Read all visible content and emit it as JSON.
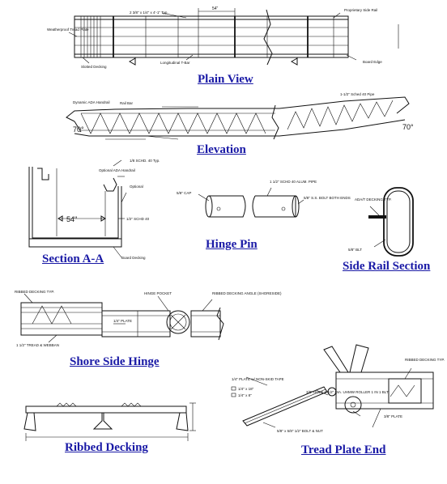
{
  "titles": {
    "plain_view": "Plain View",
    "elevation": "Elevation",
    "section_aa": "Section A-A",
    "hinge_pin": "Hinge Pin",
    "side_rail_section": "Side Rail Section",
    "shore_side_hinge": "Shore Side Hinge",
    "ribbed_decking": "Ribbed Decking",
    "tread_plate_end": "Tread Plate End"
  },
  "dimensions": {
    "plain_width": "54\"",
    "elevation_left_angle": "70°",
    "elevation_right_angle": "70°",
    "section_width": "54\""
  },
  "callouts": {
    "plain_top": "2 3/8\" x 1/4\" x 4'-1\" Typ.",
    "plain_top_right": "Proprietary Side Rail",
    "plain_left": "Weatherproof Tread Plate",
    "plain_bottom_left": "Slotted Decking",
    "plain_bottom_center": "Longitudinal T-Bar",
    "plain_bottom_right": "Board Edge",
    "elev_left": "Dynamic ADA Handrail",
    "elev_rail": "Rail Bar",
    "elev_right": "1-1/2\" Sched 40 Pipe",
    "sec_top": "1/8 SCHD. 40 Typ.",
    "sec_handrail": "Optional ADA Handrail",
    "sec_right": "Optional",
    "sec_pipe": "1/2\" SCHD 40",
    "sec_deck": "Board Decking",
    "pin_left": "5/8\" CAP",
    "pin_top": "1 1/2\" SCHD 40 ALUM. PIPE",
    "pin_bolt": "5/8\" S.S. BOLT BOTH ENDS",
    "rail_top": "ADA/T DECKING TYP.",
    "rail_bottom": "5/8\" BLT",
    "hinge_left": "RIBBED DECKING TYP.",
    "hinge_top": "HINGE POCKET",
    "hinge_right": "RIBBED DECKING ANGLE (SHORESIDE)",
    "hinge_plate": "1/4\" PLATE",
    "hinge_bottom": "1 1/2\" TREAD & WEBBAN",
    "tread_left": "1/4\" PLATE w/ NON-SKID TAPE",
    "tread_box1": "1/4\" x 18\"",
    "tread_box2": "1/4\" x 8\"",
    "tread_mid": "3/8\" HOLE 1 1/2\" DIA. UHMW ROLLER 1 IN 1 BLT",
    "tread_bottom": "5/8\" x 5/8\" 1/2\" BOLT & NUT",
    "tread_right_top": "RIBBED DECKING TYP.",
    "tread_right": "3/8\" PLATE"
  }
}
